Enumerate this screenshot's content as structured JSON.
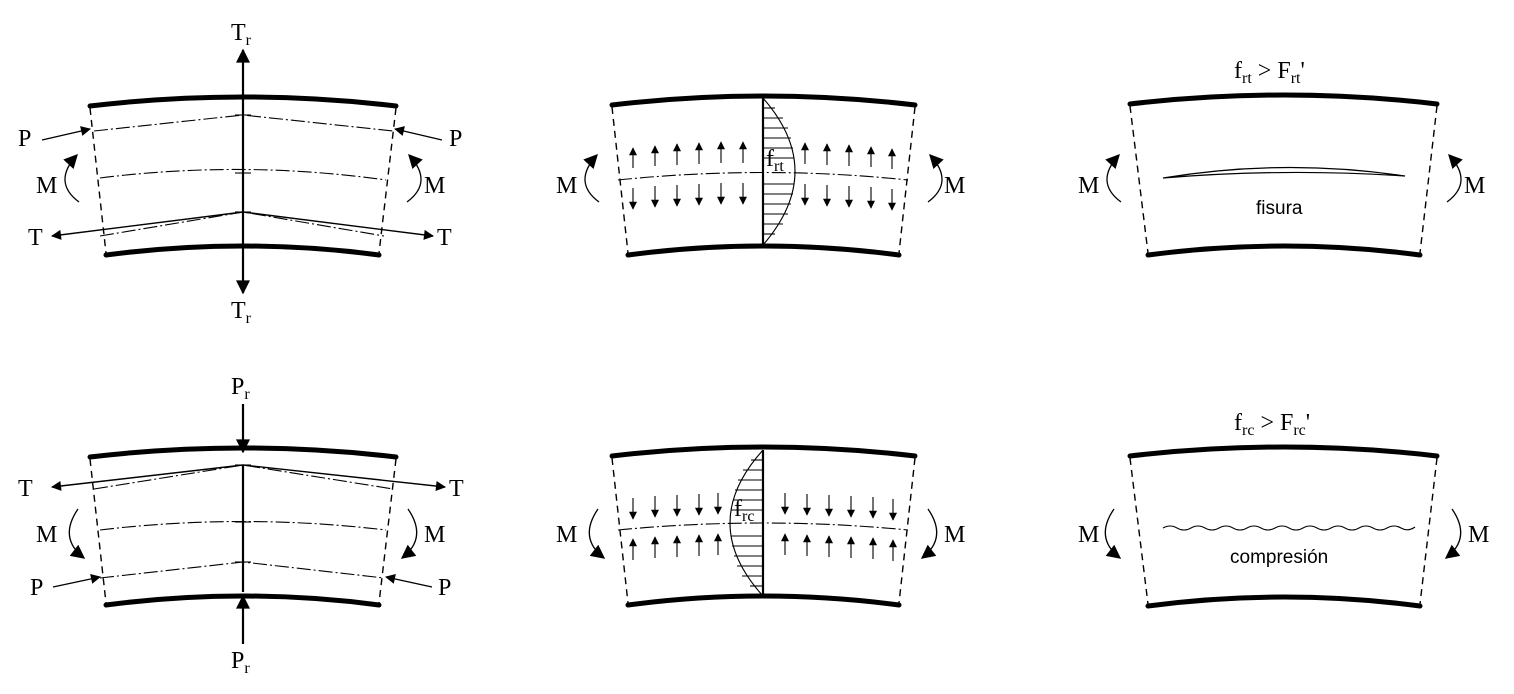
{
  "labels": {
    "T": "T",
    "P": "P",
    "M": "M",
    "r": "r",
    "rt": "rt",
    "rc": "rc",
    "f": "f",
    "F": "F",
    "prime": "'",
    "gt": ">"
  },
  "notes": {
    "crack": "fisura",
    "compression": "compresión"
  }
}
